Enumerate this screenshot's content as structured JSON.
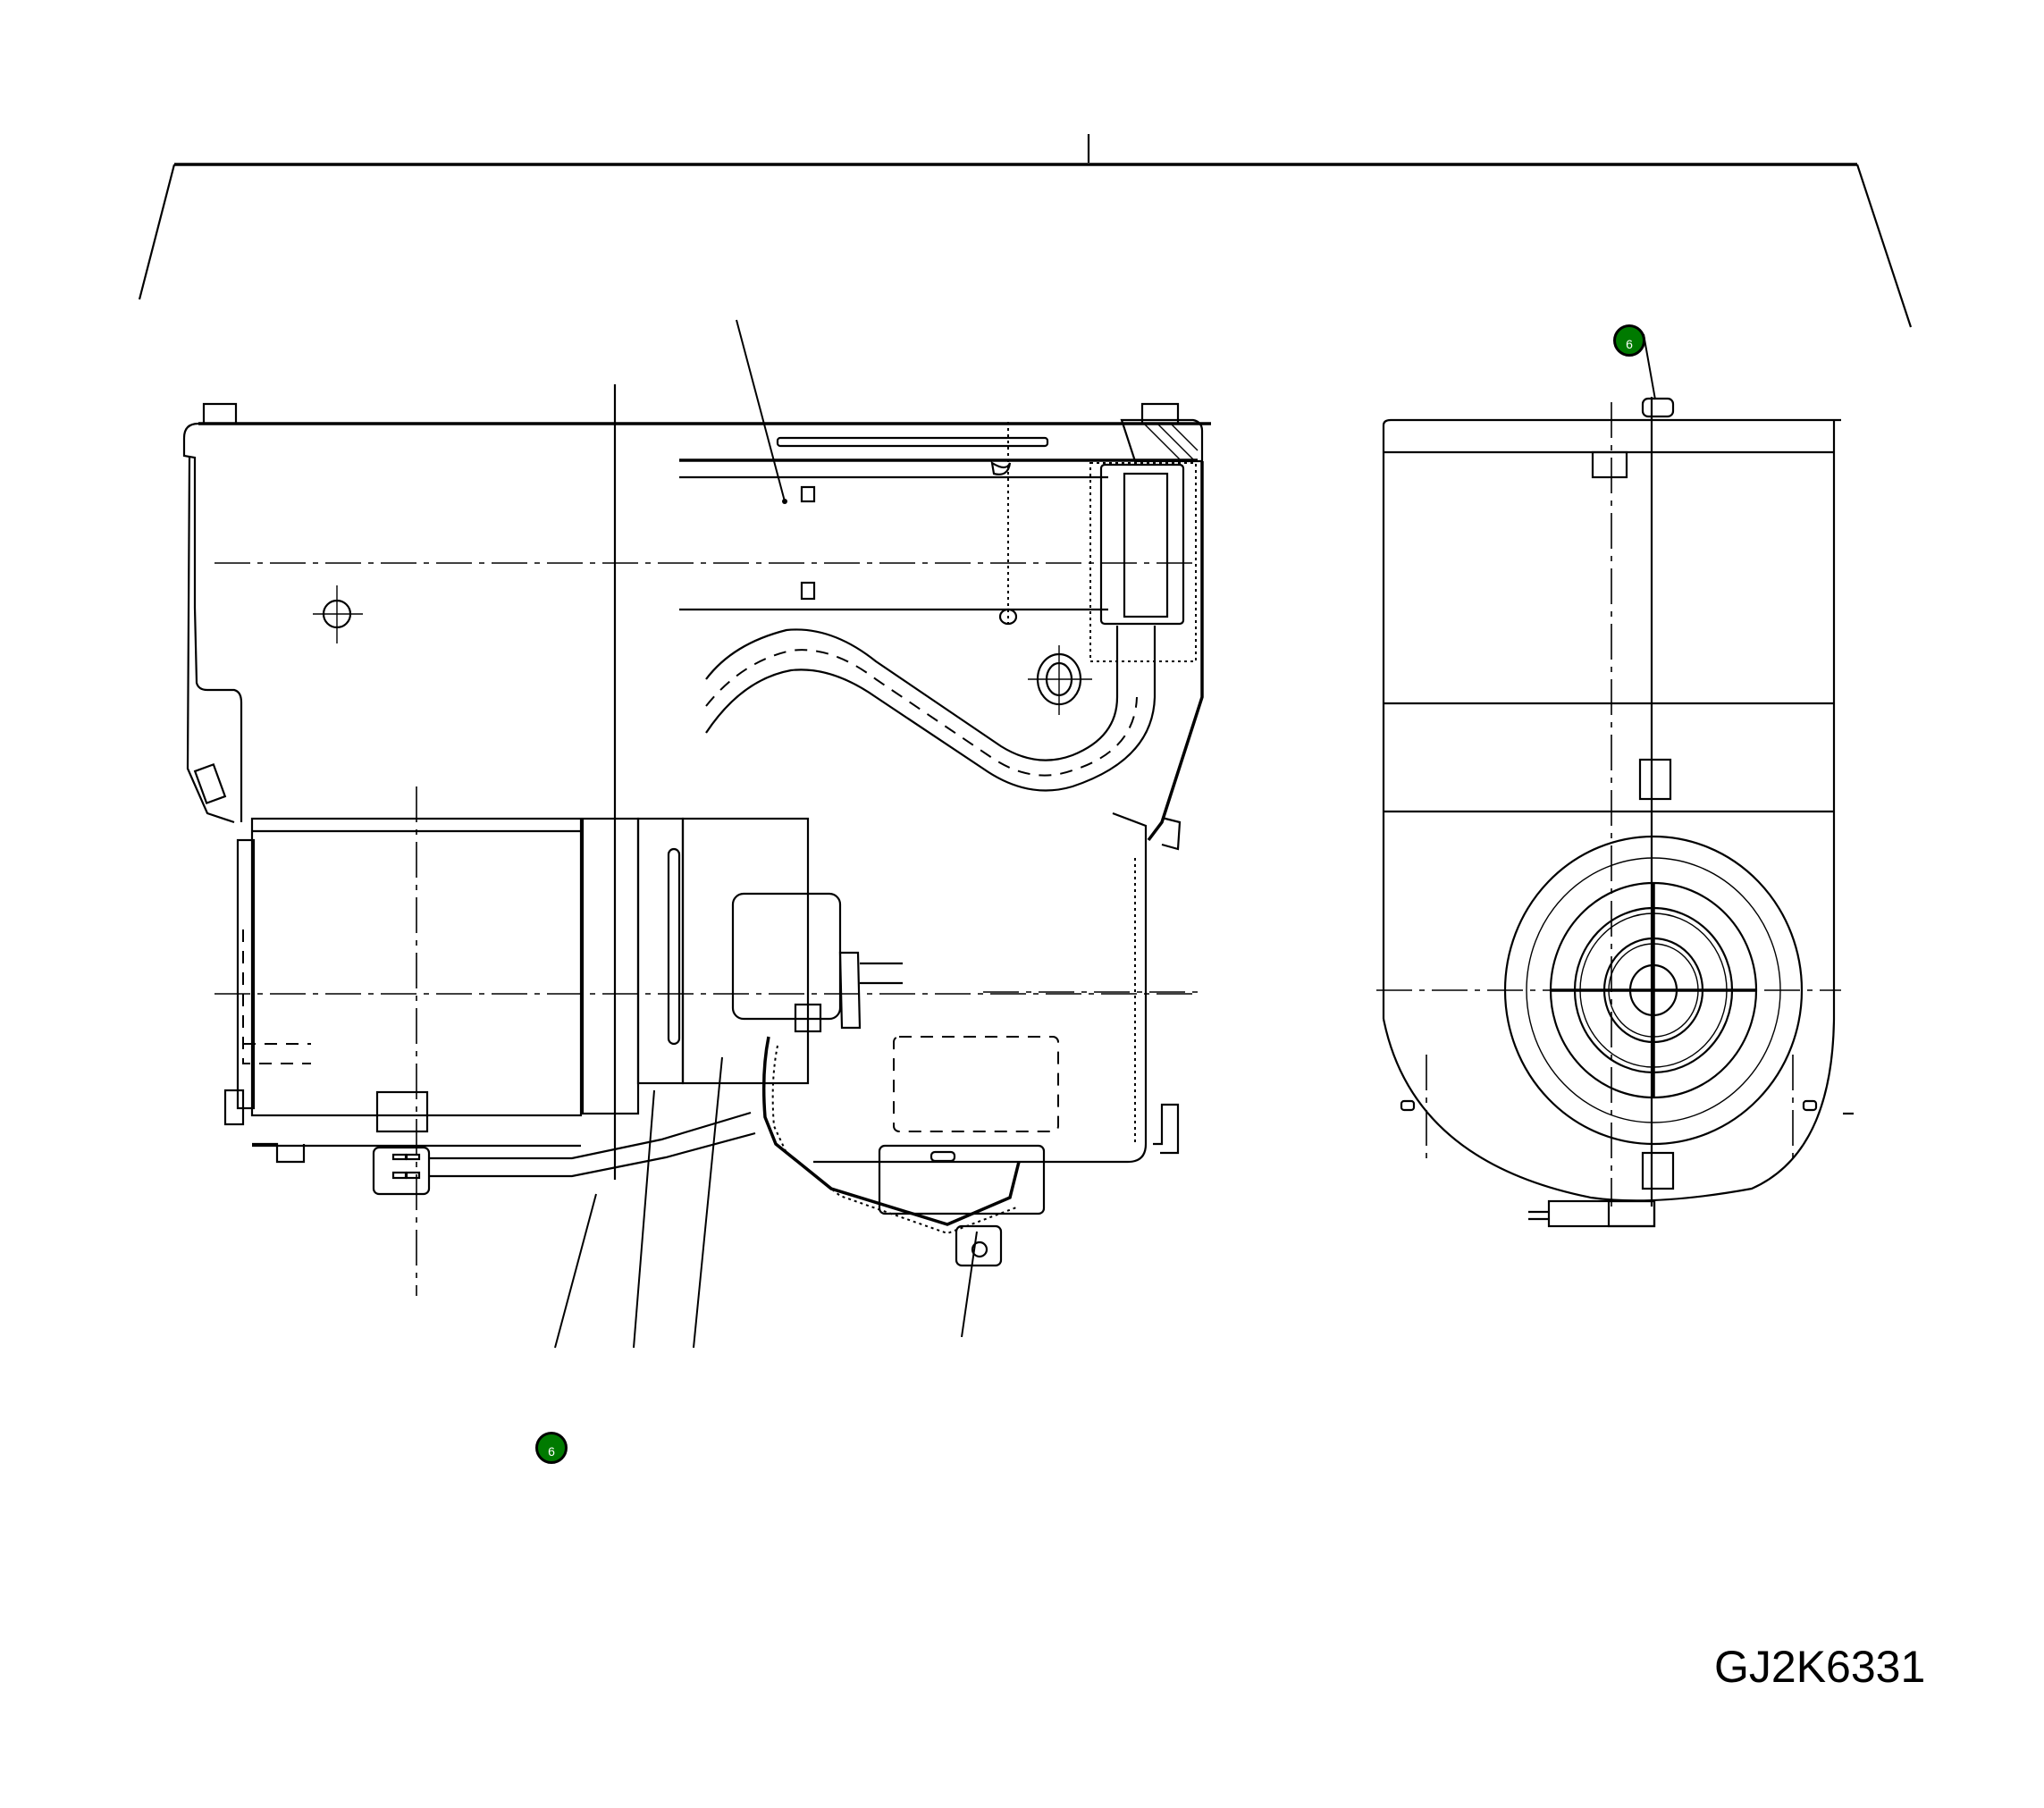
{
  "diagram": {
    "figure_id": "GJ2K6331",
    "type": "exploded parts diagram",
    "views": [
      {
        "name": "side-view",
        "description": "heater/blower unit side elevation"
      },
      {
        "name": "front-view",
        "description": "blower end elevation with fan grille"
      }
    ]
  },
  "callouts": [
    {
      "id": "callout-top-right",
      "label": "6",
      "color": "#007a00"
    },
    {
      "id": "callout-bottom-left",
      "label": "6",
      "color": "#007a00"
    }
  ],
  "colors": {
    "line": "#000000",
    "background": "#ffffff",
    "callout_fill": "#007a00",
    "callout_text": "#ffffff"
  }
}
